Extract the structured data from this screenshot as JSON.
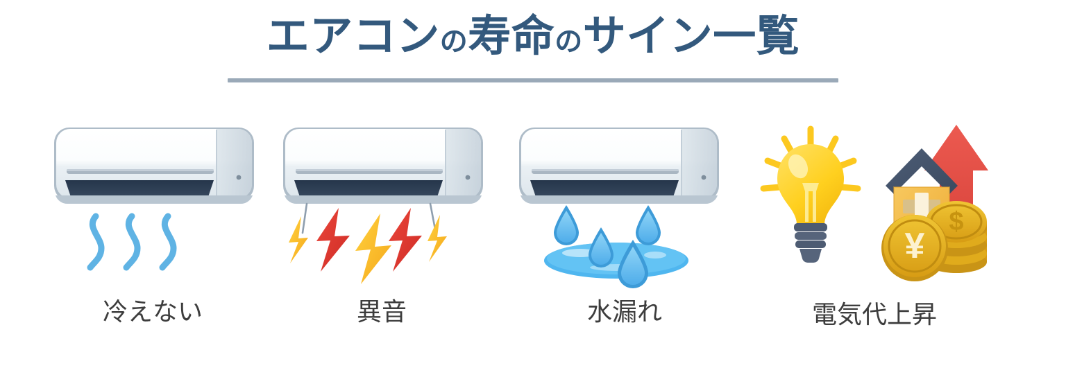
{
  "page": {
    "background_color": "#ffffff",
    "title": {
      "full_text": "エアコンの寿命のサイン一覧",
      "part_1": "エアコン",
      "particle_1": "の",
      "part_2": "寿命",
      "particle_2": "の",
      "part_3": "サイン一覧",
      "color": "#33597d",
      "rule_color": "#9aa9b8"
    }
  },
  "items": [
    {
      "label": "冷えない",
      "icon": "air-conditioner-no-cooling-icon",
      "meaning": "not cooling",
      "accent_color": "#5fb3e4"
    },
    {
      "label": "異音",
      "icon": "air-conditioner-strange-noise-icon",
      "meaning": "strange noise",
      "accent_color": "#e03b30"
    },
    {
      "label": "水漏れ",
      "icon": "air-conditioner-water-leak-icon",
      "meaning": "water leak",
      "accent_color": "#57b9ee"
    },
    {
      "label": "電気代上昇",
      "icon": "electricity-bill-rising-icon",
      "meaning": "rising electricity bill",
      "accent_color": "#e8504a"
    }
  ],
  "palette": {
    "ac_body_light": "#ffffff",
    "ac_body_shade": "#e7edf1",
    "ac_border": "#aebcc8",
    "ac_vent_dark": "#2e3d52",
    "airflow_blue": "#5fb3e4",
    "bolt_yellow": "#fcc218",
    "bolt_red": "#e03b30",
    "drop_blue": "#57b9ee",
    "drop_outline": "#3d9bd8",
    "puddle_blue": "#55bdf2",
    "bulb_yellow": "#ffd633",
    "bulb_base": "#4d5b72",
    "house_wall": "#f0b94a",
    "house_roof": "#44546b",
    "house_door": "#e05a52",
    "arrow_red": "#e8504a",
    "coin_gold": "#e8b21e",
    "coin_gold_dark": "#c99416",
    "text_gray": "#3d3d3d"
  }
}
